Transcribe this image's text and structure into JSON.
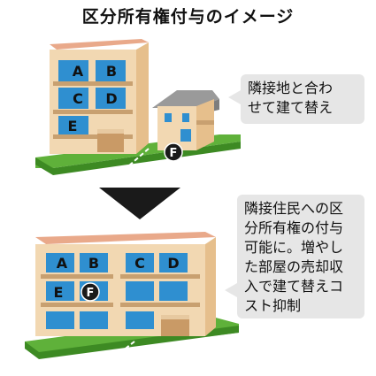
{
  "title": "区分所有権付与のイメージ",
  "callout_top": {
    "lines": [
      "隣接地と合わ",
      "せて建て替え"
    ]
  },
  "callout_bottom": {
    "lines": [
      "隣接住民への区",
      "分所有権の付与",
      "可能に。増やし",
      "た部屋の売却収",
      "入で建て替えコ",
      "スト抑制"
    ]
  },
  "top_units": {
    "a": "A",
    "b": "B",
    "c": "C",
    "d": "D",
    "e": "E"
  },
  "top_house_unit": "F",
  "bottom_units": {
    "a": "A",
    "b": "B",
    "c": "C",
    "d": "D",
    "e": "E",
    "f": "F"
  },
  "colors": {
    "building": "#f2d8b2",
    "building_shadow": "#e6bf8c",
    "roof": "#e9a98a",
    "window": "#2f8fd0",
    "balcony": "#c8a070",
    "ground": "#5fb13a",
    "ground_side": "#3d8a23",
    "house_roof": "#9a9a9a",
    "arrow": "#1a1a1a",
    "callout_bg": "#e6e6e6"
  }
}
